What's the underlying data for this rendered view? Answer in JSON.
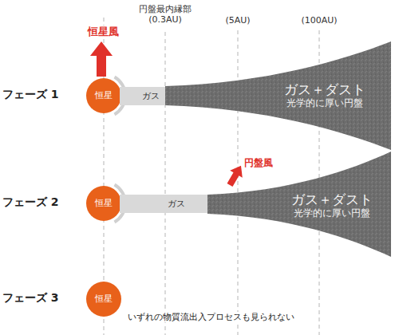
{
  "diagram": {
    "nodes": [
      {
        "text": [
          "恒星"
        ]
      },
      {
        "text": [
          "ガス"
        ]
      },
      {
        "text": [
          "ガス＋ダスト",
          "光学的に厚い円盤"
        ]
      },
      {
        "text": [
          "恒星"
        ]
      },
      {
        "text": [
          "ガス"
        ]
      },
      {
        "text": [
          "ガス＋ダスト",
          "光学的に厚い円盤"
        ]
      },
      {
        "text": [
          "恒星"
        ]
      }
    ],
    "labels": [
      "円盤最内縁部 (0.3AU)",
      "(5AU)",
      "(100AU)",
      "恒星風",
      "フェーズ 1",
      "円盤風",
      "フェーズ 2",
      "フェーズ 3",
      "いずれの物質流出入プロセスも見られない"
    ]
  }
}
